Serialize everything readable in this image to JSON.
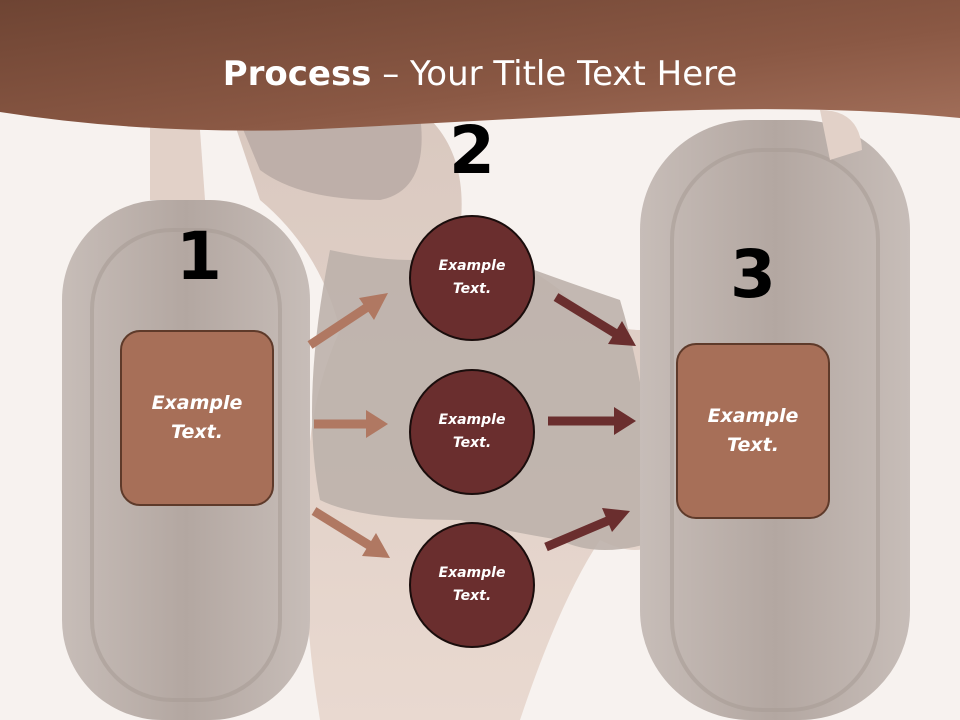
{
  "title": {
    "bold": "Process",
    "rest": " – Your Title Text Here"
  },
  "steps": [
    {
      "number": "1",
      "text": "Example Text."
    },
    {
      "number": "2"
    },
    {
      "number": "3",
      "text": "Example Text."
    }
  ],
  "circles": [
    {
      "text": "Example Text."
    },
    {
      "text": "Example Text."
    },
    {
      "text": "Example Text."
    }
  ],
  "colors": {
    "header": "#8a5844",
    "box_fill": "#a76f58",
    "circle_fill": "#6a2e2e",
    "arrow_left": "#b07862",
    "arrow_right": "#6a2e2e"
  }
}
